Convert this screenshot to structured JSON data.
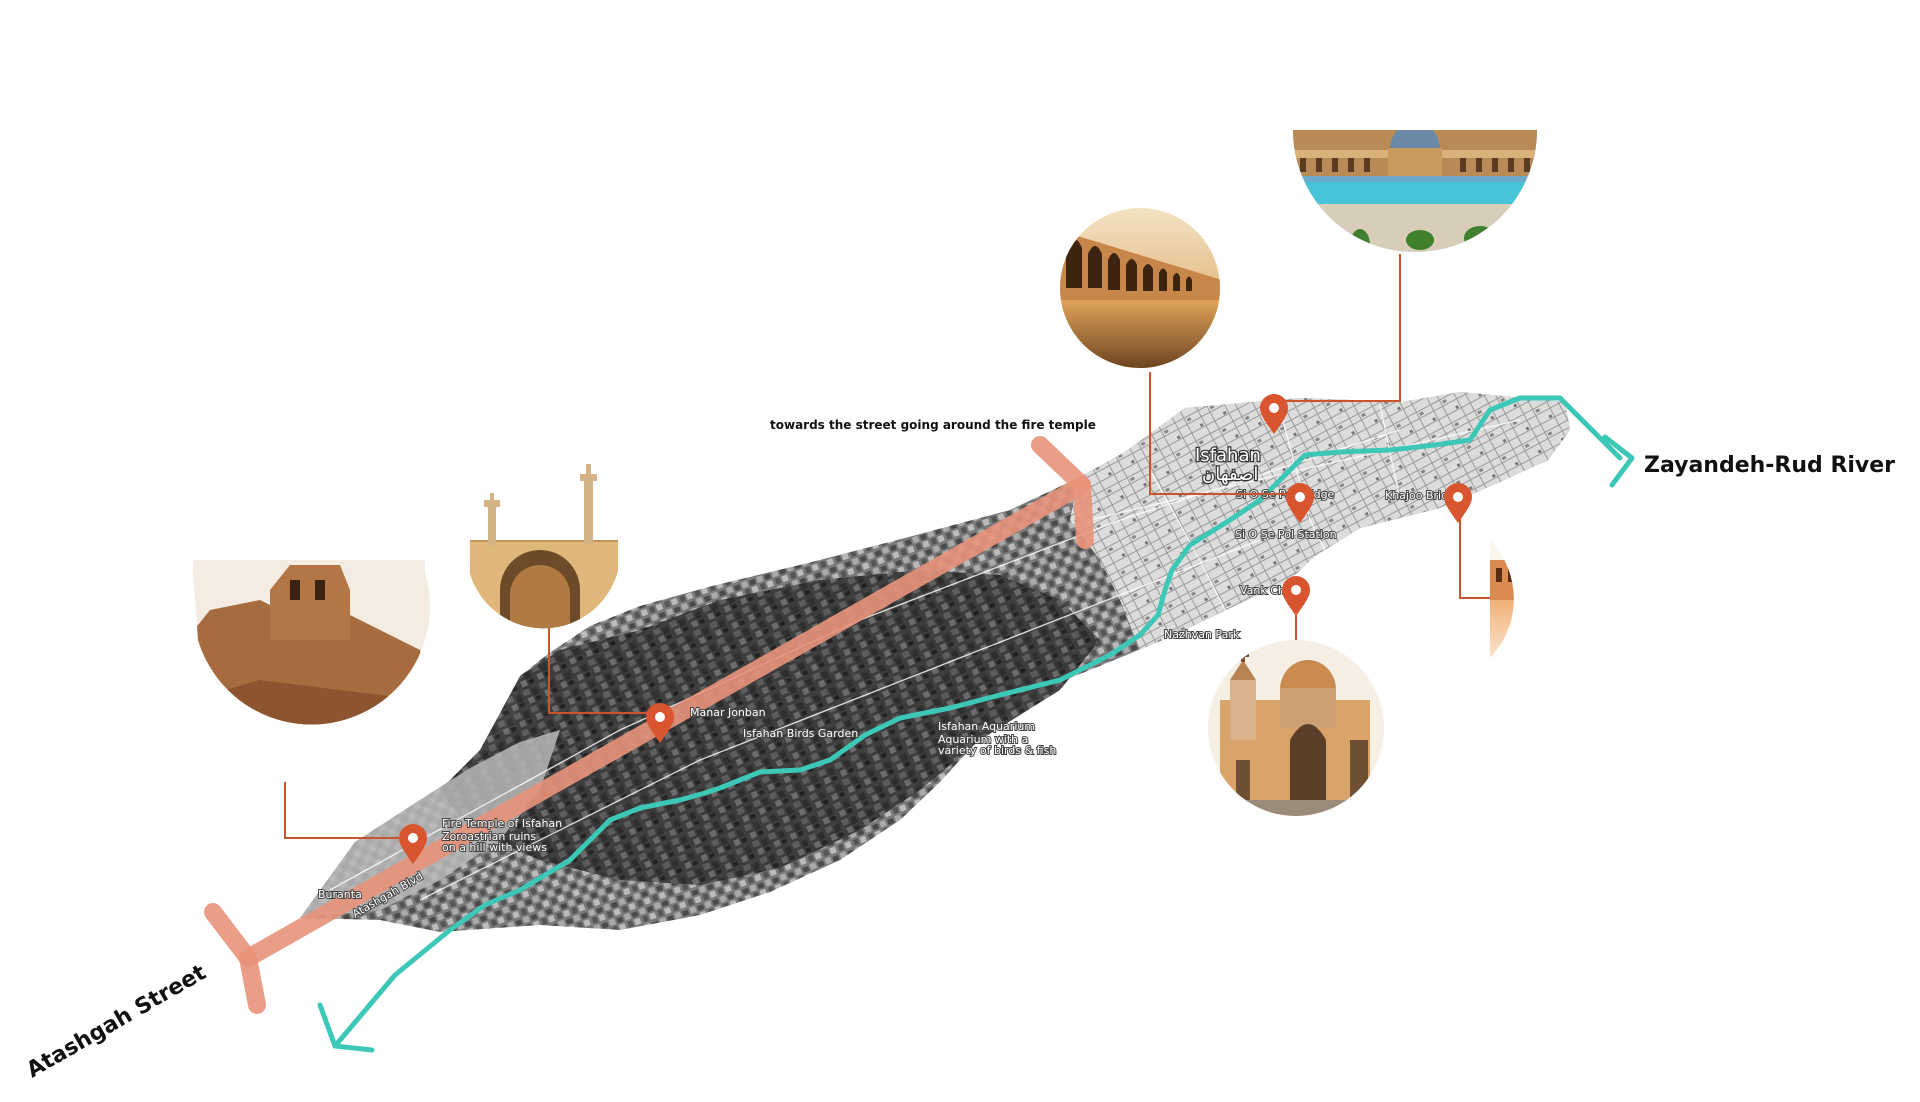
{
  "labels": {
    "river": "Zayandeh-Rud River",
    "street": "Atashgah Street",
    "direction_note": "towards the street going around the fire temple"
  },
  "map_labels": {
    "city": "Isfahan",
    "city_fa": "اصفهان",
    "si_o_se_pol_bridge": "Si O Se Pol Bridge",
    "si_o_se_pol_station": "Si O Se Pol Station",
    "khajoo_bridge": "Khajoo Bridge",
    "vank_church": "Vank Church",
    "nazhvan_park": "Nazhvan Park",
    "manar_jonban": "Manar Jonban",
    "birds_garden": "Isfahan Birds Garden",
    "aquarium": "Isfahan Aquarium",
    "aquarium_desc1": "Aquarium with a",
    "aquarium_desc2": "variety of birds & fish",
    "fire_temple": "Fire Temple of Isfahan",
    "fire_temple_desc1": "Zoroastrian ruins",
    "fire_temple_desc2": "on a hill with views",
    "atashgah_blvd": "Atashgah Blvd",
    "restaurant": "Buranta"
  },
  "colors": {
    "river": "#3cc7b7",
    "street": "#e8937a",
    "pin": "#d9552f",
    "leader": "#c9542e",
    "map": "#8a8a8a"
  },
  "icons": {
    "pin": "map-pin-icon"
  }
}
